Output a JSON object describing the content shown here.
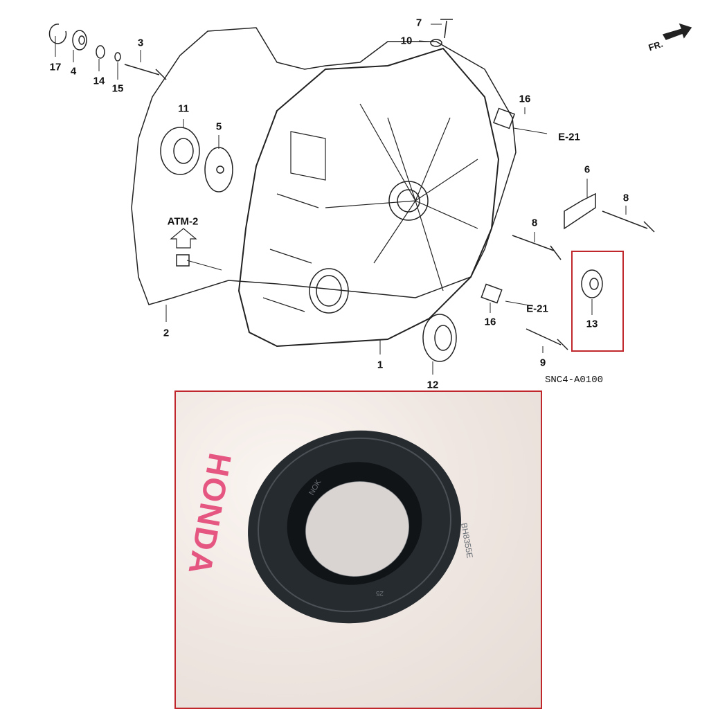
{
  "diagram": {
    "code": "SNC4-A0100",
    "direction_label": "FR.",
    "callouts": [
      "17",
      "4",
      "14",
      "15",
      "3",
      "11",
      "5",
      "7",
      "10",
      "16",
      "6",
      "8",
      "8",
      "13",
      "16",
      "9",
      "1",
      "12",
      "2"
    ],
    "refs": {
      "atm": "ATM-2",
      "e21_top": "E-21",
      "e21_bottom": "E-21"
    },
    "highlighted_part": "13"
  },
  "photo": {
    "brand_text": "HONDA",
    "seal_marks": [
      "NOK",
      "BH8355E",
      "25"
    ],
    "colors": {
      "frame": "#c0272d",
      "seal": "#2b3034"
    }
  }
}
